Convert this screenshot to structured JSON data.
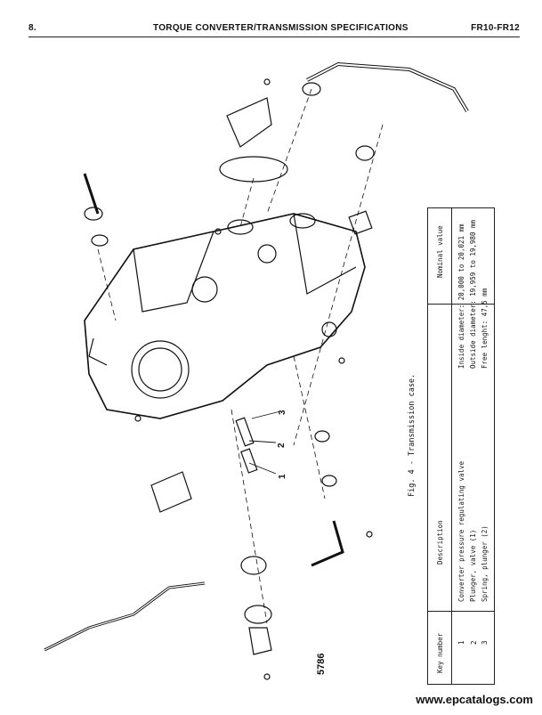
{
  "header": {
    "page_number": "8.",
    "title": "TORQUE CONVERTER/TRANSMISSION SPECIFICATIONS",
    "model": "FR10-FR12"
  },
  "figure": {
    "caption": "Fig. 4 - Transmission case.",
    "drawing_number": "5786",
    "callouts": [
      "3",
      "2",
      "1"
    ]
  },
  "spec_table": {
    "headers": [
      "Key number",
      "Description",
      "Nominal value"
    ],
    "rows": [
      {
        "key": "1",
        "description": "Plunger, valve (1)",
        "value": "Outside diameter: 19,959 to 19,980 mm"
      },
      {
        "key": "2",
        "description": "",
        "value": ""
      },
      {
        "key": "3",
        "description": "Spring, plunger (2)",
        "value": "Free lenght: 47,5 mm"
      }
    ],
    "group_description": "Converter pressure regulating valve",
    "group_value": "Inside diameter: 20,000 to 20,021 mm"
  },
  "footer": {
    "watermark": "www.epcatalogs.com"
  }
}
